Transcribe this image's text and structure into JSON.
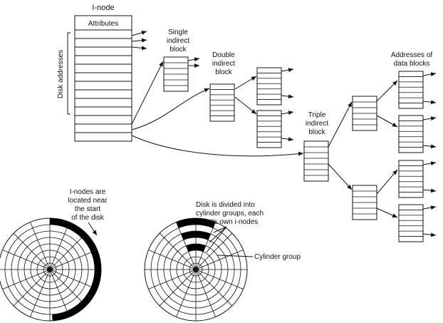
{
  "inode": {
    "title": "I-node",
    "attributes": "Attributes",
    "disk_addresses": "Disk addresses"
  },
  "blocks": {
    "single_line1": "Single",
    "single_line2": "indirect",
    "single_line3": "block",
    "double_line1": "Double",
    "double_line2": "indirect",
    "double_line3": "block",
    "triple_line1": "Triple",
    "triple_line2": "indirect",
    "triple_line3": "block",
    "data_line1": "Addresses of",
    "data_line2": "data blocks"
  },
  "disk1": {
    "caption_line1": "I-nodes are",
    "caption_line2": "located near",
    "caption_line3": "the start",
    "caption_line4": "of the disk"
  },
  "disk2": {
    "caption_line1": "Disk is divided into",
    "caption_line2": "cylinder groups, each",
    "caption_line3": "with its own i-nodes",
    "cylinder_group": "Cylinder group"
  },
  "colors": {
    "ink": "#111111",
    "fill": "#ffffff",
    "solid": "#000000"
  }
}
